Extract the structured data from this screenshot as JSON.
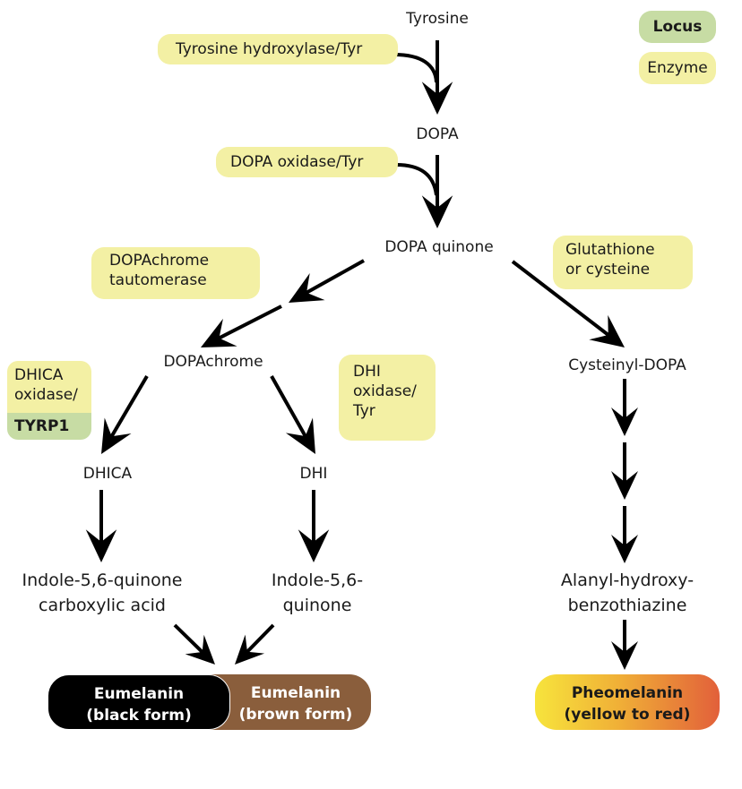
{
  "legend": {
    "locus_label": "Locus",
    "enzyme_label": "Enzyme",
    "colors": {
      "locus": "#c7dca4",
      "enzyme": "#f3f0a4"
    }
  },
  "metabolites": {
    "tyrosine": "Tyrosine",
    "dopa": "DOPA",
    "dopa_quinone": "DOPA quinone",
    "dopachrome": "DOPAchrome",
    "cysteinyl_dopa": "Cysteinyl-DOPA",
    "dhica": "DHICA",
    "dhi": "DHI",
    "indole_quinone_carboxylic": [
      "Indole-5,6-quinone",
      "carboxylic acid"
    ],
    "indole_quinone": [
      "Indole-5,6-",
      "quinone"
    ],
    "alanyl": [
      "Alanyl-hydroxy-",
      "benzothiazine"
    ]
  },
  "enzymes": {
    "tyrosine_hydroxylase": "Tyrosine hydroxylase/Tyr",
    "dopa_oxidase": "DOPA oxidase/Tyr",
    "dopachrome_tautomerase": [
      "DOPAchrome",
      "tautomerase"
    ],
    "glutathione": [
      "Glutathione",
      "or cysteine"
    ],
    "dhica_oxidase": [
      "DHICA",
      "oxidase/"
    ],
    "dhi_oxidase": [
      "DHI",
      "oxidase/",
      "Tyr"
    ]
  },
  "loci": {
    "tyrp1": "TYRP1"
  },
  "products": {
    "eumelanin_black": [
      "Eumelanin",
      "(black form)"
    ],
    "eumelanin_brown": [
      "Eumelanin",
      "(brown form)"
    ],
    "pheomelanin": [
      "Pheomelanin",
      "(yellow to red)"
    ],
    "colors": {
      "black": "#000000",
      "brown": "#8a5e3c",
      "pheo_start": "#f7e43c",
      "pheo_end": "#e2603a"
    }
  }
}
